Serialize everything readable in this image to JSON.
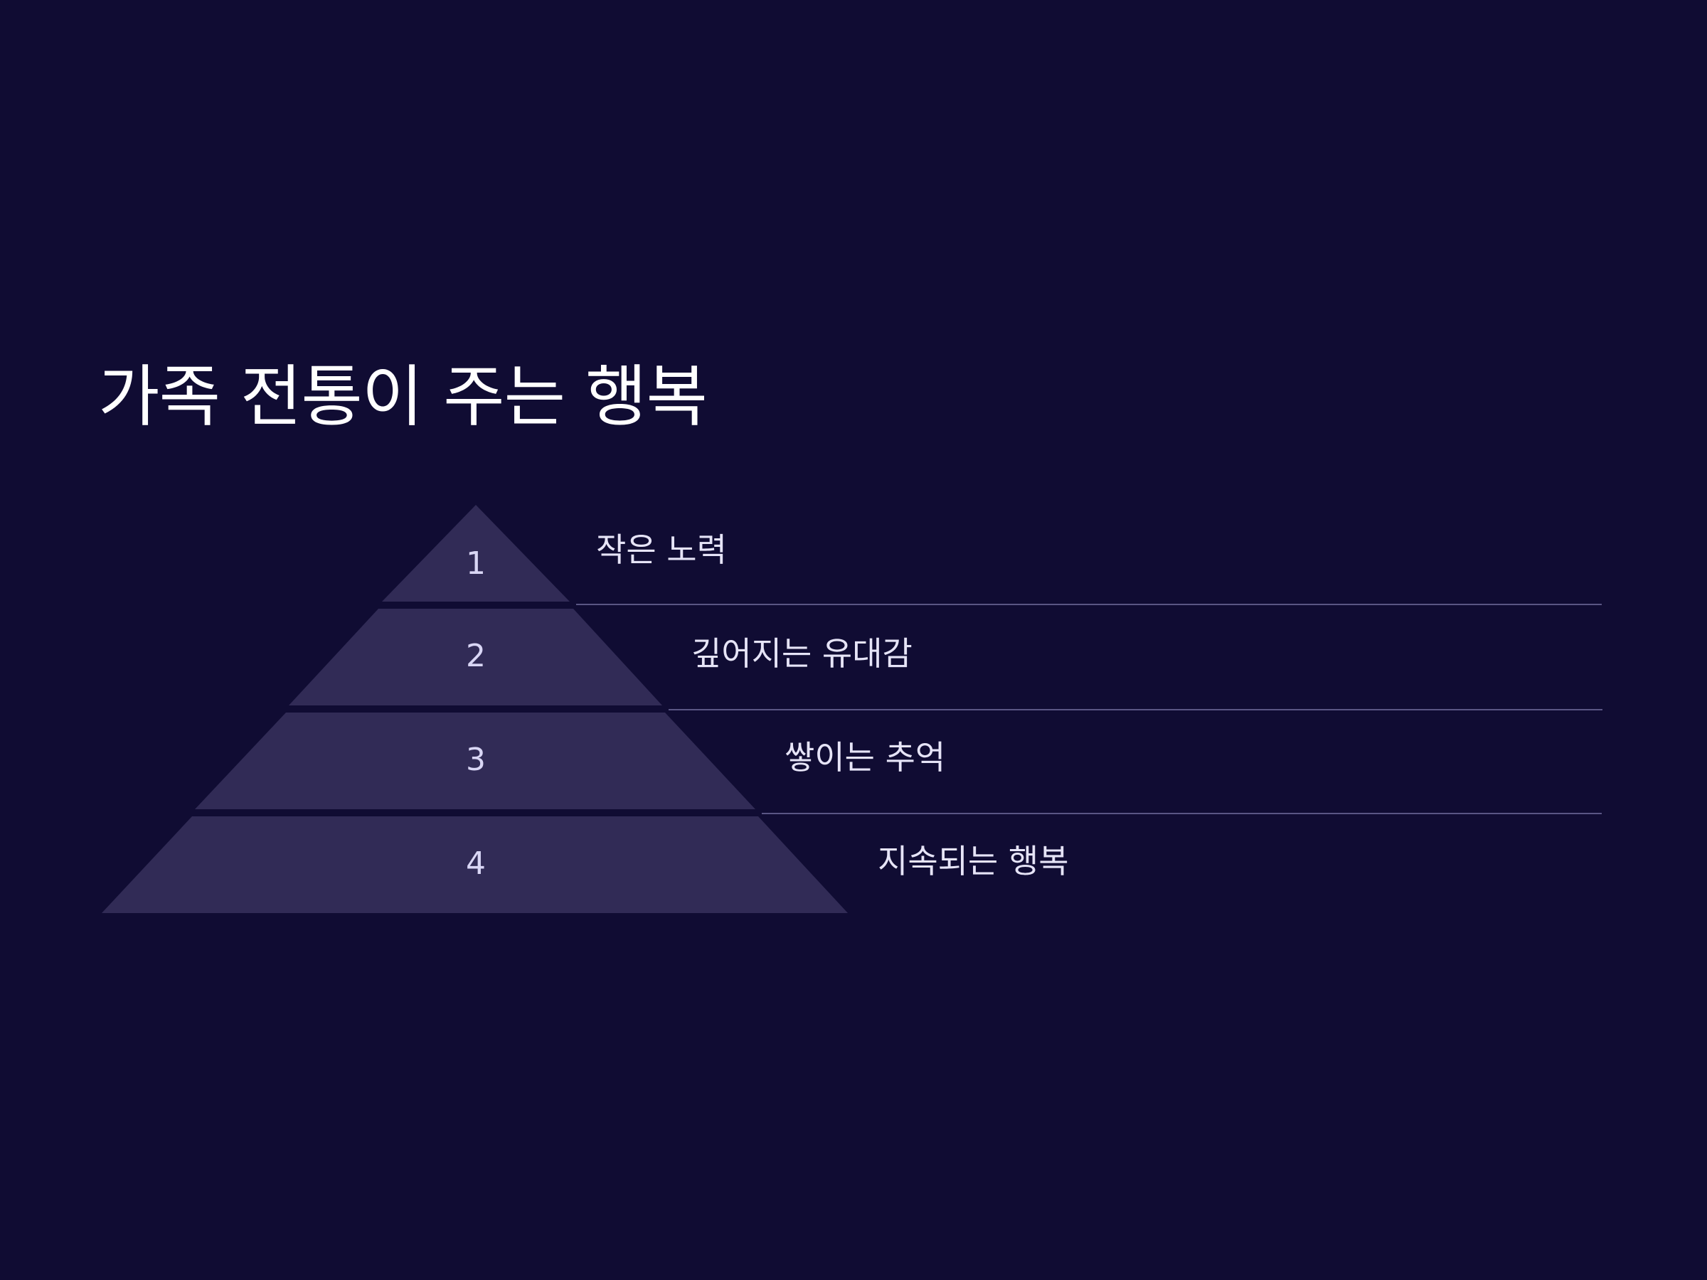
{
  "slide": {
    "title": "가족 전통이 주는 행복"
  },
  "pyramid": {
    "tiers": [
      {
        "number": "1",
        "label": "작은 노력"
      },
      {
        "number": "2",
        "label": "깊어지는 유대감"
      },
      {
        "number": "3",
        "label": "쌓이는 추억"
      },
      {
        "number": "4",
        "label": "지속되는 행복"
      }
    ]
  },
  "colors": {
    "background": "#100c33",
    "tier_fill": "#312b56",
    "divider": "#5a5684",
    "title_text": "#ffffff",
    "label_text": "#e6e4f7"
  }
}
